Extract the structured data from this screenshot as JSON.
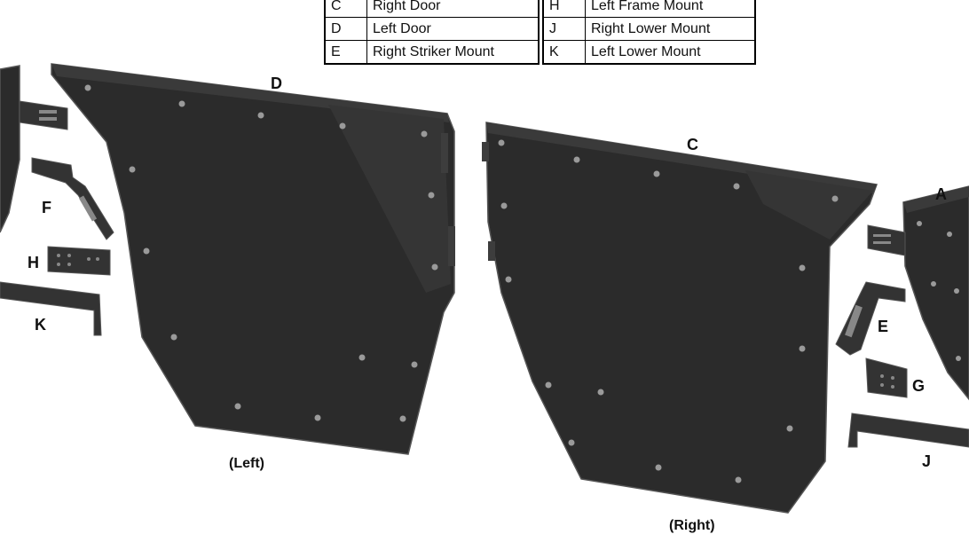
{
  "parts_table": {
    "left_rows": [
      {
        "letter": "C",
        "name": "Right Door"
      },
      {
        "letter": "D",
        "name": "Left Door"
      },
      {
        "letter": "E",
        "name": "Right Striker Mount"
      }
    ],
    "right_rows": [
      {
        "letter": "H",
        "name": "Left Frame Mount"
      },
      {
        "letter": "J",
        "name": "Right Lower Mount"
      },
      {
        "letter": "K",
        "name": "Left Lower Mount"
      }
    ]
  },
  "labels": {
    "a": "A",
    "c": "C",
    "d": "D",
    "e": "E",
    "f": "F",
    "g": "G",
    "h": "H",
    "j": "J",
    "k": "K"
  },
  "captions": {
    "left": "(Left)",
    "right": "(Right)"
  },
  "colors": {
    "panel": "#2b2b2b",
    "panel_highlight": "#3a3a3a",
    "panel_edge": "#555555",
    "rivet": "#9a9a9a"
  }
}
